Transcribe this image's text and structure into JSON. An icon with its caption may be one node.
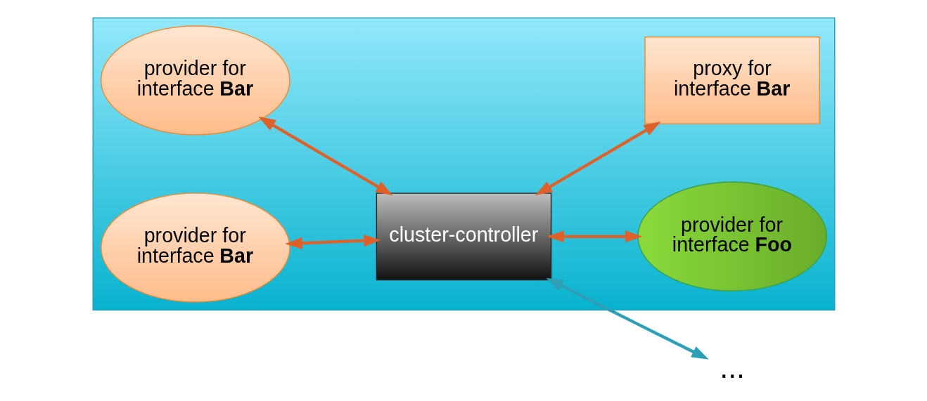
{
  "diagram": {
    "nodes": [
      {
        "text": [
          "..."
        ]
      },
      {
        "text": [],
        "shape": "box"
      },
      {
        "text": [
          "provider for interface **Bar**"
        ],
        "in": 1
      },
      {
        "text": [
          "provider for interface **Bar**"
        ],
        "in": 1
      },
      {
        "text": [
          "cluster-controller"
        ],
        "in": 1
      },
      {
        "text": [
          "provider for interface **Foo**"
        ],
        "in": 1
      },
      {
        "text": [
          "proxy for interface **Bar**"
        ],
        "in": 1
      }
    ],
    "edges": [
      {
        "from": 4,
        "to": 0,
        "arrow": "both",
        "color": "#2e9fb5"
      },
      {
        "from": 2,
        "to": 4,
        "arrow": "both"
      },
      {
        "from": 3,
        "to": 4,
        "arrow": "both"
      },
      {
        "from": 4,
        "to": 5,
        "arrow": "both"
      },
      {
        "from": 4,
        "to": 6,
        "arrow": "both"
      }
    ]
  }
}
